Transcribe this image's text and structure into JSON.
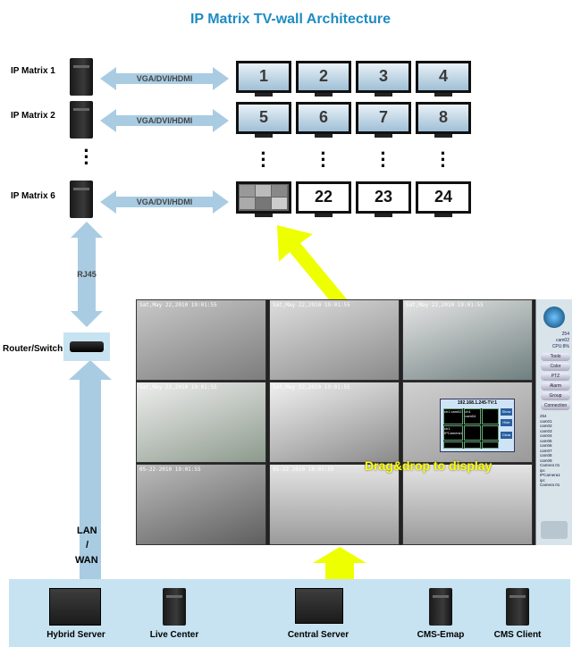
{
  "title": "IP Matrix TV-wall Architecture",
  "matrix_labels": [
    "IP Matrix 1",
    "IP Matrix 2",
    "IP Matrix 6"
  ],
  "link_label": "VGA/DVI/HDMI",
  "monitor_rows": [
    [
      "1",
      "2",
      "3",
      "4"
    ],
    [
      "5",
      "6",
      "7",
      "8"
    ],
    [
      "",
      "22",
      "23",
      "24"
    ]
  ],
  "rj45_label": "RJ45",
  "router_label": "Router/Switch",
  "lan_label": "LAN",
  "slash_label": "/",
  "wan_label": "WAN",
  "drag_text": "Drag&drop to display",
  "popup_title": "192.168.1.245-TV:1",
  "popup_cells": [
    "ch1 cam02",
    "ch1 cam04",
    "",
    "ch1 IPCamera1",
    "",
    "",
    "",
    "",
    ""
  ],
  "popup_buttons": [
    "Show",
    "Hide",
    "Clear"
  ],
  "cam_stamps": [
    "Sat,May 22,2010 19:01:55",
    "Sat,May 22,2010 19:01:55",
    "Sat,May 22,2010 19:01:55",
    "Sat,May 22,2010 19:01:55",
    "Sat,May 22,2010 19:01:55",
    "",
    "05-22-2010 19:01:55",
    "05-22 2010 19:01:55",
    ""
  ],
  "side_panel": {
    "info": [
      "254",
      "cam02",
      "CPU:8%"
    ],
    "buttons": [
      "Tools",
      "Color",
      "PTZ",
      "Alarm",
      "Group",
      "Connection"
    ],
    "tree": [
      "254",
      "cam01",
      "cam02",
      "cam03",
      "cam04",
      "cam05",
      "cam06",
      "cam07",
      "cam08",
      "cam09",
      "Camera 01",
      "ipc",
      "IPCamera1",
      "ipc",
      "Camera 01"
    ]
  },
  "bottom_devices": [
    "Hybrid Server",
    "Live Center",
    "Central Server",
    "CMS-Emap",
    "CMS Client"
  ],
  "colors": {
    "title": "#1e8bc3",
    "arrow": "#a9cce3",
    "bottom_bar": "#c7e3f1",
    "drag_arrow": "#eeff00"
  }
}
